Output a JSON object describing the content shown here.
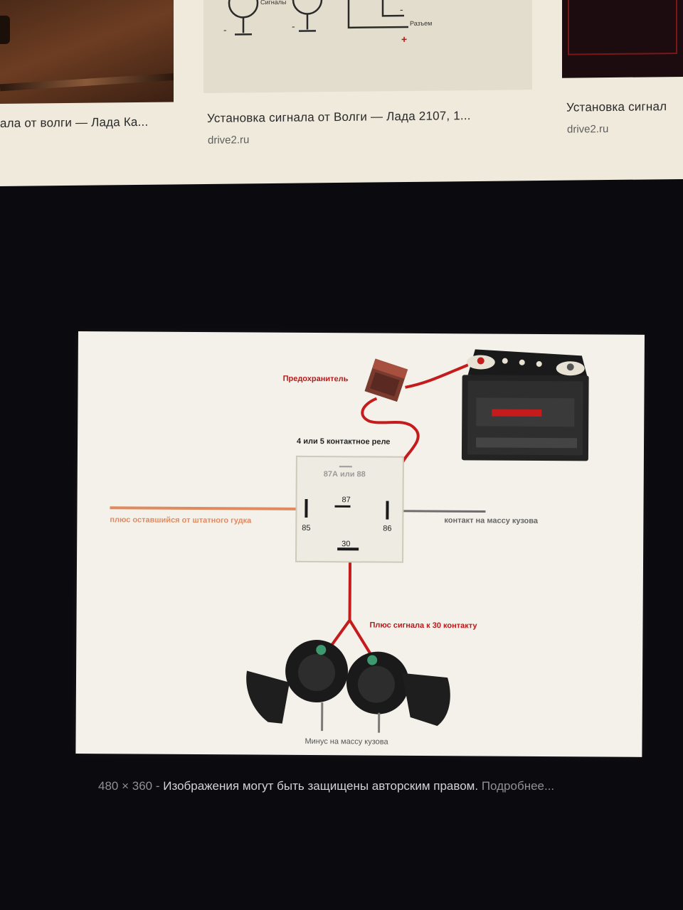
{
  "results": [
    {
      "title": "ала от волги — Лада Ка...",
      "source": ""
    },
    {
      "title": "Установка сигнала от Волги — Лада 2107, 1...",
      "source": "drive2.ru",
      "thumb_labels": [
        "Сигналы",
        "Разъем",
        "-",
        "-",
        "-",
        "+"
      ]
    },
    {
      "title": "Установка сигнал",
      "source": "drive2.ru"
    }
  ],
  "diagram": {
    "fuse_label": "Предохранитель",
    "relay_title": "4 или 5 контактное реле",
    "relay_pin_87a": "87А или 88",
    "pin_87": "87",
    "pin_85": "85",
    "pin_86": "86",
    "pin_30": "30",
    "left_wire_label": "плюс оставшийся от штатного гудка",
    "right_wire_label": "контакт на массу кузова",
    "signal_label": "Плюс сигнала к 30 контакту",
    "ground_label": "Минус на массу кузова",
    "colors": {
      "red": "#c41c1c",
      "orange": "#e08a60",
      "gray": "#6e6e6e",
      "label_red": "#b51a1a"
    }
  },
  "footer": {
    "dimensions": "480 × 360",
    "separator": "-",
    "copyright": "Изображения могут быть защищены авторским правом.",
    "more": "Подробнее..."
  }
}
